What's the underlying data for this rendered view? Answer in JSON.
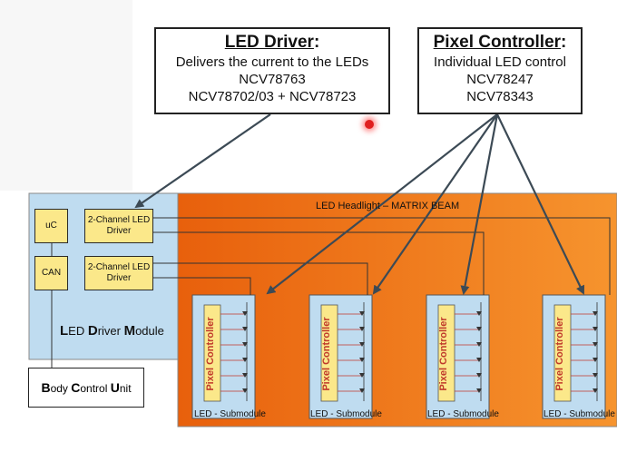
{
  "led_driver_callout": {
    "title": "LED Driver",
    "lines": [
      "Delivers the current to the LEDs",
      "NCV78763",
      "NCV78702/03 + NCV78723"
    ]
  },
  "pixel_controller_callout": {
    "title": "Pixel Controller",
    "lines": [
      "Individual LED control",
      "NCV78247",
      "NCV78343"
    ]
  },
  "headlight": {
    "label": "LED Headlight – MATRIX BEAM",
    "color": "#f07f18"
  },
  "driver_module": {
    "uc": "uC",
    "can": "CAN",
    "driver1": "2-Channel LED Driver",
    "driver2": "2-Channel LED Driver",
    "label_parts": [
      "L",
      "ED ",
      "D",
      "river ",
      "M",
      "odule"
    ],
    "color": "#bfdcf0"
  },
  "body_control_unit": {
    "label_parts": [
      "B",
      "ody ",
      "C",
      "ontrol ",
      "U",
      "nit"
    ]
  },
  "submodules": [
    {
      "label": "LED - Submodule",
      "controller": "Pixel Controller"
    },
    {
      "label": "LED - Submodule",
      "controller": "Pixel Controller"
    },
    {
      "label": "LED - Submodule",
      "controller": "Pixel Controller"
    },
    {
      "label": "LED - Submodule",
      "controller": "Pixel Controller"
    }
  ]
}
